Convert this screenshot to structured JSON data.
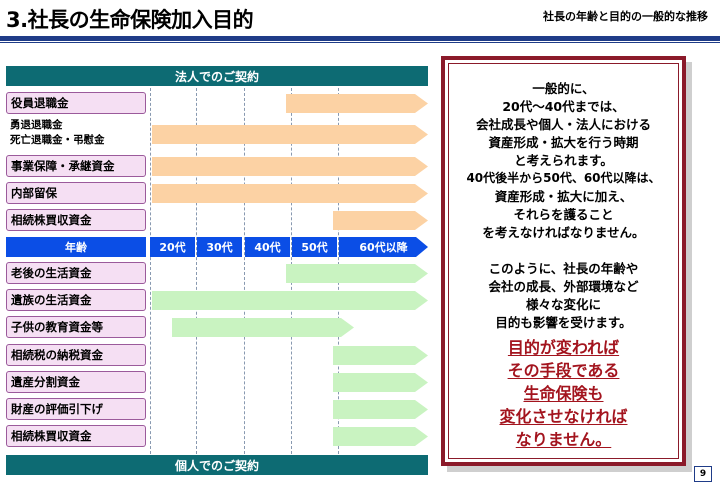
{
  "header": {
    "title": "3.社長の生命保険加入目的",
    "subtitle": "社長の年齢と目的の一般的な推移"
  },
  "corporate": {
    "band_label": "法人でのご契約",
    "rows": [
      {
        "label": "役員退職金",
        "boxed": true
      },
      {
        "label_line1": "勇退退職金",
        "label_line2": "死亡退職金・弔慰金",
        "boxed": false
      },
      {
        "label": "事業保障・承継資金",
        "boxed": true
      },
      {
        "label": "内部留保",
        "boxed": true
      },
      {
        "label": "相続株買収資金",
        "boxed": true
      }
    ]
  },
  "ages": {
    "label": "年齢",
    "cells": [
      "20代",
      "30代",
      "40代",
      "50代",
      "60代以降"
    ]
  },
  "personal": {
    "band_label": "個人でのご契約",
    "rows": [
      {
        "label": "老後の生活資金"
      },
      {
        "label": "遺族の生活資金"
      },
      {
        "label": "子供の教育資金等"
      },
      {
        "label": "相続税の納税資金"
      },
      {
        "label": "遺産分割資金"
      },
      {
        "label": "財産の評価引下げ"
      },
      {
        "label": "相続株買収資金"
      }
    ]
  },
  "panel": {
    "lines": [
      "一般的に、",
      "20代～40代までは、",
      "会社成長や個人・法人における",
      "資産形成・拡大を行う時期",
      "と考えられます。",
      "40代後半から50代、60代以降は、",
      "資産形成・拡大に加え、",
      "それらを護ること",
      "を考えなければなりません。",
      "このように、社長の年齢や",
      "会社の成長、外部環境など",
      "様々な変化に",
      "目的も影響を受けます。"
    ],
    "emphasis": [
      "目的が変われば",
      "その手段である",
      "生命保険も",
      "変化させなければ",
      "なりません。"
    ]
  },
  "colors": {
    "corporate_arrow": "#fcd2a4",
    "personal_arrow": "#c9f3c1",
    "band": "#0d6b73",
    "age_bar": "#0b4ee6",
    "emphasis_text": "#a3141e",
    "panel_border": "#8b1a2a",
    "label_fill": "#f5dff3"
  },
  "page_number": "9"
}
